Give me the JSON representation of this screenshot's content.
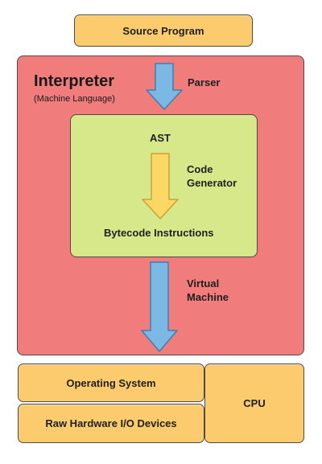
{
  "diagram": {
    "source_program": "Source Program",
    "interpreter": {
      "title": "Interpreter",
      "subtitle": "(Machine Language)"
    },
    "parser_label": "Parser",
    "ast": "AST",
    "code_generator_label": {
      "line1": "Code",
      "line2": "Generator"
    },
    "bytecode": "Bytecode Instructions",
    "virtual_machine_label": {
      "line1": "Virtual",
      "line2": "Machine"
    },
    "operating_system": "Operating System",
    "raw_hardware": "Raw Hardware I/O Devices",
    "cpu": "CPU"
  },
  "colors": {
    "orange_box": "#fbcb6e",
    "interpreter_red": "#f07c7c",
    "inner_green": "#d7e88a",
    "blue_arrow": "#7bb8e3",
    "yellow_arrow": "#fbd766"
  }
}
